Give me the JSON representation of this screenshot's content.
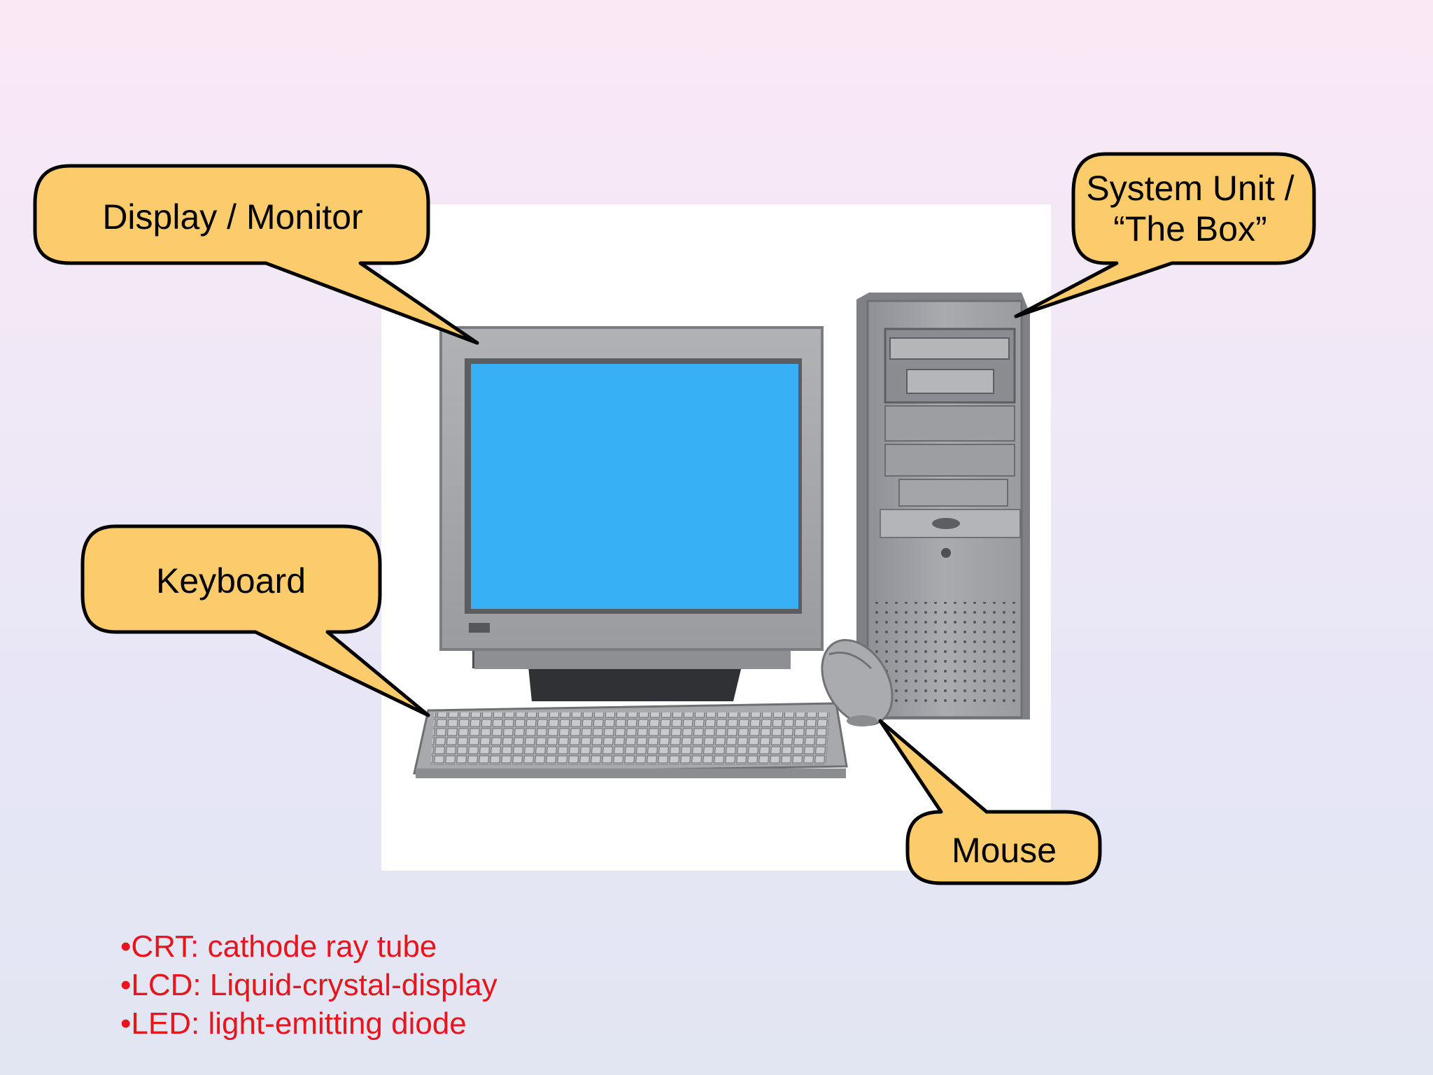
{
  "callouts": {
    "display": "Display / Monitor",
    "system_unit_line1": "System Unit /",
    "system_unit_line2": "“The Box”",
    "keyboard": "Keyboard",
    "mouse": "Mouse"
  },
  "notes": [
    "•CRT: cathode ray tube",
    "•LCD: Liquid-crystal-display",
    "•LED: light-emitting diode"
  ],
  "colors": {
    "callout_fill": "#fccb6b",
    "screen": "#38b0f6",
    "note_text": "#e8141e"
  }
}
